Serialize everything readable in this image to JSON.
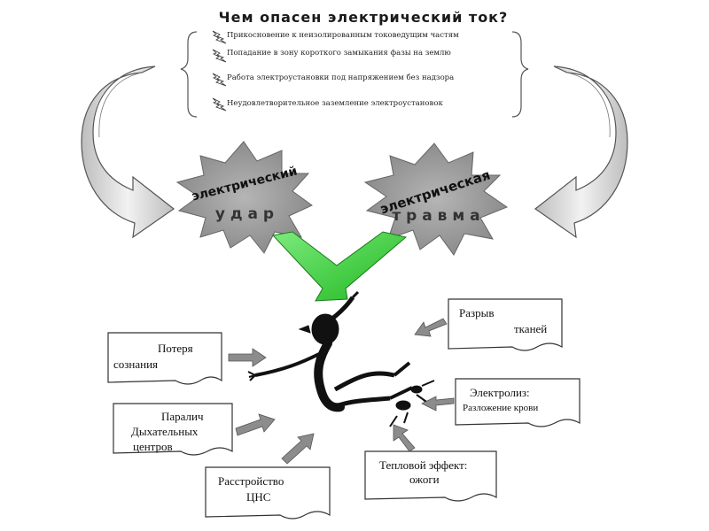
{
  "title": "Чем опасен электрический ток?",
  "causes": [
    "Прикосновение к неизолированным  токоведущим частям",
    "Попадание в зону короткого замыкания фазы на землю",
    "Работа электроустановки под напряжением без надзора",
    "Неудовлетворительное заземление электроустановок"
  ],
  "shock": {
    "top": "электрический",
    "bottom": "у д а р"
  },
  "trauma": {
    "top": "электрическая",
    "bottom": "т р а в м а"
  },
  "effects": {
    "loss_of_consciousness": [
      "Потеря",
      "сознания"
    ],
    "paralysis": [
      "Паралич",
      "Дыхательных",
      "центров"
    ],
    "cns": [
      "Расстройство",
      "ЦНС"
    ],
    "tissue_rupture": [
      "Разрыв",
      "тканей"
    ],
    "electrolysis": [
      "Электролиз:",
      "Разложение крови"
    ],
    "thermal": [
      "Тепловой эффект:",
      "ожоги"
    ]
  },
  "colors": {
    "arrow_green": "#3fd13f",
    "star_fill": "#9a9a9a",
    "card_fill": "#ffffff",
    "grey_arrow": "#8c8c8c"
  }
}
